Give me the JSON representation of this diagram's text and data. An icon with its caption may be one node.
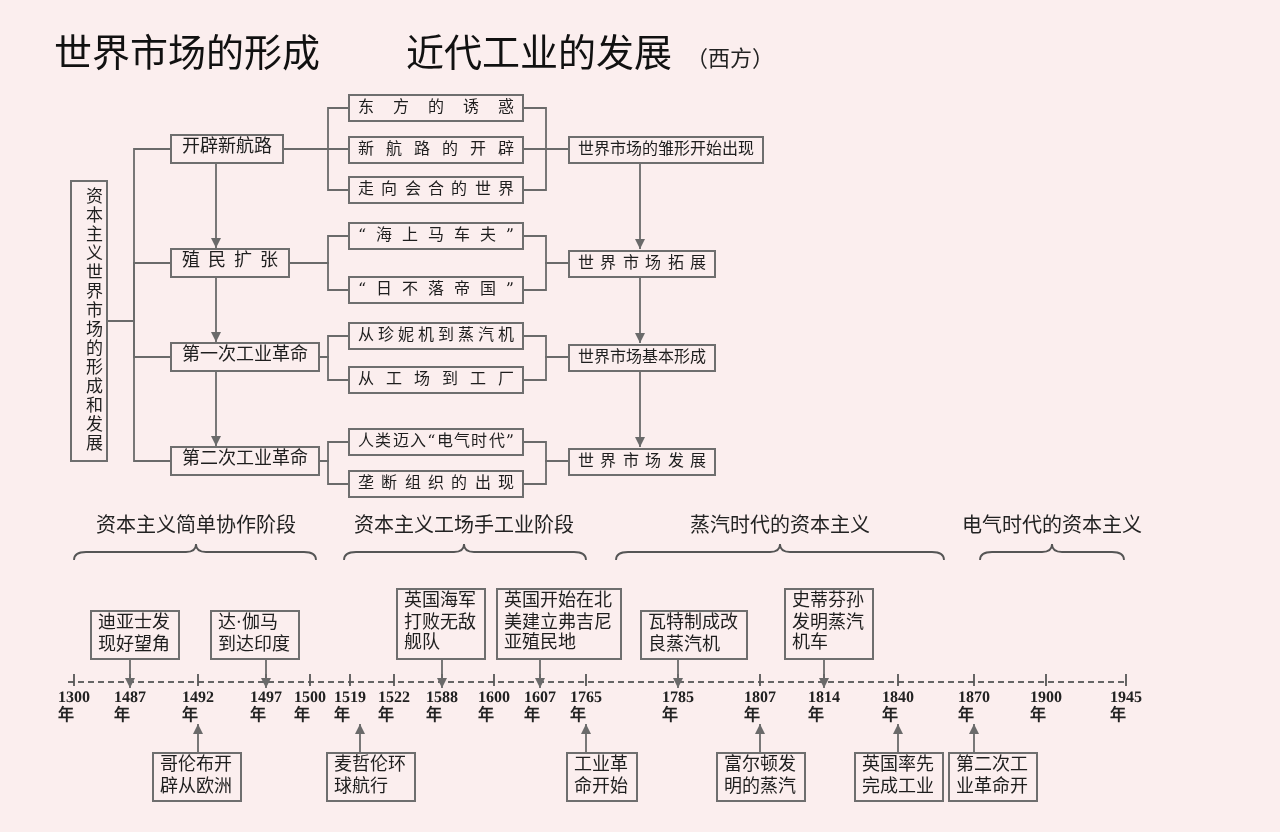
{
  "diagram": {
    "title": "世界市场的形成",
    "nodes": [
      {
        "text": [
          "资本主义世界市场的形成和发展"
        ]
      },
      {
        "text": [
          "开辟新航路"
        ]
      },
      {
        "text": [
          "殖民扩张"
        ]
      },
      {
        "text": [
          "第一次工业革命"
        ]
      },
      {
        "text": [
          "第二次工业革命"
        ]
      },
      {
        "text": [
          "东方的诱惑"
        ]
      },
      {
        "text": [
          "新航路的开辟"
        ]
      },
      {
        "text": [
          "走向会合的世界"
        ]
      },
      {
        "text": [
          "“海上马车夫”"
        ]
      },
      {
        "text": [
          "“日不落帝国”"
        ]
      },
      {
        "text": [
          "从珍妮机到蒸汽机"
        ]
      },
      {
        "text": [
          "从工场到工厂"
        ]
      },
      {
        "text": [
          "人类迈入“电气时代”"
        ]
      },
      {
        "text": [
          "垄断组织的出现"
        ]
      },
      {
        "text": [
          "世界市场的雏形开始出现"
        ]
      },
      {
        "text": [
          "世界市场拓展"
        ]
      },
      {
        "text": [
          "世界市场基本形成"
        ]
      },
      {
        "text": [
          "世界市场发展"
        ]
      },
      {
        "text": [
          "迪亚士发现好望角"
        ]
      },
      {
        "text": [
          "达·伽马到达印度"
        ]
      },
      {
        "text": [
          "英国海军打败无敌舰队"
        ]
      },
      {
        "text": [
          "英国开始在北美建立弗吉尼亚殖民地"
        ]
      },
      {
        "text": [
          "瓦特制成改良蒸汽机"
        ]
      },
      {
        "text": [
          "史蒂芬孙发明蒸汽机车"
        ]
      },
      {
        "text": [
          "1487年"
        ]
      },
      {
        "text": [
          "1492年"
        ]
      },
      {
        "text": [
          "1497年"
        ]
      },
      {
        "text": [
          "1519年"
        ]
      },
      {
        "text": [
          "1588年"
        ]
      },
      {
        "text": [
          "1607年"
        ]
      },
      {
        "text": [
          "1765年"
        ]
      },
      {
        "text": [
          "1785年"
        ]
      },
      {
        "text": [
          "1807年"
        ]
      },
      {
        "text": [
          "1814年"
        ]
      },
      {
        "text": [
          "1840年"
        ]
      },
      {
        "text": [
          "1870年"
        ]
      },
      {
        "text": [
          "哥伦布开辟从欧洲"
        ]
      },
      {
        "text": [
          "麦哲伦环球航行"
        ]
      },
      {
        "text": [
          "工业革命开始"
        ]
      },
      {
        "text": [
          "富尔顿发明的蒸汽"
        ]
      },
      {
        "text": [
          "英国率先完成工业"
        ]
      },
      {
        "text": [
          "第二次工业革命开"
        ]
      }
    ],
    "edges": [
      {
        "from": 0,
        "to": 1,
        "arrow": "none"
      },
      {
        "from": 0,
        "to": 2,
        "arrow": "none"
      },
      {
        "from": 0,
        "to": 3,
        "arrow": "none"
      },
      {
        "from": 0,
        "to": 4,
        "arrow": "none"
      },
      {
        "from": 1,
        "to": 2,
        "arrow": "to"
      },
      {
        "from": 2,
        "to": 3,
        "arrow": "to"
      },
      {
        "from": 3,
        "to": 4,
        "arrow": "to"
      },
      {
        "from": 1,
        "to": 5,
        "arrow": "none"
      },
      {
        "from": 1,
        "to": 6,
        "arrow": "none"
      },
      {
        "from": 1,
        "to": 7,
        "arrow": "none"
      },
      {
        "from": 2,
        "to": 8,
        "arrow": "none"
      },
      {
        "from": 2,
        "to": 9,
        "arrow": "none"
      },
      {
        "from": 3,
        "to": 10,
        "arrow": "none"
      },
      {
        "from": 3,
        "to": 11,
        "arrow": "none"
      },
      {
        "from": 4,
        "to": 12,
        "arrow": "none"
      },
      {
        "from": 4,
        "to": 13,
        "arrow": "none"
      },
      {
        "from": 5,
        "to": 14,
        "arrow": "none"
      },
      {
        "from": 6,
        "to": 14,
        "arrow": "none"
      },
      {
        "from": 7,
        "to": 14,
        "arrow": "none"
      },
      {
        "from": 8,
        "to": 15,
        "arrow": "none"
      },
      {
        "from": 9,
        "to": 15,
        "arrow": "none"
      },
      {
        "from": 10,
        "to": 16,
        "arrow": "none"
      },
      {
        "from": 11,
        "to": 16,
        "arrow": "none"
      },
      {
        "from": 12,
        "to": 17,
        "arrow": "none"
      },
      {
        "from": 13,
        "to": 17,
        "arrow": "none"
      },
      {
        "from": 14,
        "to": 15,
        "arrow": "to"
      },
      {
        "from": 15,
        "to": 16,
        "arrow": "to"
      },
      {
        "from": 16,
        "to": 17,
        "arrow": "to"
      },
      {
        "from": 18,
        "to": 24,
        "arrow": "to"
      },
      {
        "from": 19,
        "to": 26,
        "arrow": "to"
      },
      {
        "from": 20,
        "to": 28,
        "arrow": "to"
      },
      {
        "from": 21,
        "to": 29,
        "arrow": "to"
      },
      {
        "from": 22,
        "to": 31,
        "arrow": "to"
      },
      {
        "from": 23,
        "to": 33,
        "arrow": "to"
      },
      {
        "from": 36,
        "to": 25,
        "arrow": "to"
      },
      {
        "from": 37,
        "to": 27,
        "arrow": "to"
      },
      {
        "from": 38,
        "to": 30,
        "arrow": "to"
      },
      {
        "from": 39,
        "to": 32,
        "arrow": "to"
      },
      {
        "from": 40,
        "to": 34,
        "arrow": "to"
      },
      {
        "from": 41,
        "to": 35,
        "arrow": "to"
      }
    ],
    "labels": [
      "近代工业的发展",
      "（西方）",
      "资本主义简单协作阶段",
      "资本主义工场手工业阶段",
      "蒸汽时代的资本主义",
      "电气时代的资本主义",
      "1300年",
      "1500年",
      "1522年",
      "1600年",
      "1900年",
      "1945年"
    ]
  }
}
